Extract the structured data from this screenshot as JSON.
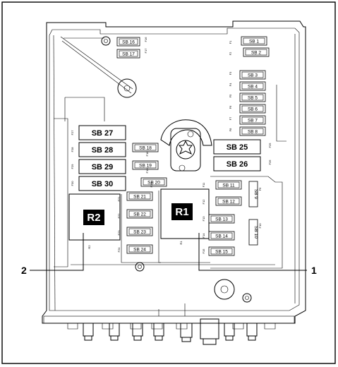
{
  "callouts": {
    "left": "2",
    "right": "1"
  },
  "relays": {
    "r1": "R1",
    "r2": "R2"
  },
  "fuses_large": [
    "SB 27",
    "SB 28",
    "SB 29",
    "SB 30",
    "SB 25",
    "SB 26"
  ],
  "fuses_small_top": [
    "SB 16",
    "SB 17"
  ],
  "fuses_right_col": [
    "SB 1",
    "SB 2",
    "SB 3",
    "SB 4",
    "SB 5",
    "SB 6",
    "SB 7",
    "SB 8"
  ],
  "fuses_center": [
    "SB 18",
    "SB 19",
    "SB 20",
    "SB 21",
    "SB 22",
    "SB 23",
    "SB 24"
  ],
  "fuses_right_mid": [
    "SB 11",
    "SB 12",
    "SB 13",
    "SB 14",
    "SB 15",
    "SB 9",
    "SB 10"
  ],
  "pin_labels": [
    "F1",
    "F2",
    "F3",
    "F4",
    "F5",
    "F6",
    "F7",
    "F8",
    "F9",
    "F10",
    "F11",
    "F12",
    "F13",
    "F14",
    "F15",
    "F16",
    "F17",
    "F18",
    "F19",
    "F20",
    "F21",
    "F22",
    "F23",
    "F24",
    "F25",
    "F26",
    "F27",
    "F28",
    "F29",
    "F30",
    "R1",
    "R2"
  ]
}
